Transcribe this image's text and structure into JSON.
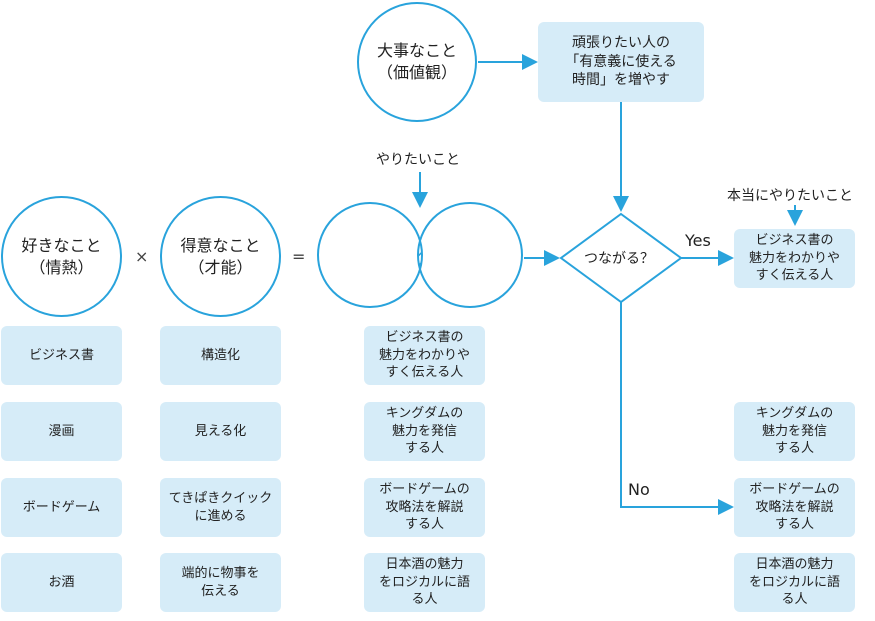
{
  "header": {
    "values_circle": "大事なこと\n（価値観）",
    "goal_box": "頑張りたい人の\n「有意義に使える\n時間」を増やす"
  },
  "columns": {
    "likes": {
      "title": "好きなこと\n（情熱）",
      "items": [
        "ビジネス書",
        "漫画",
        "ボードゲーム",
        "お酒"
      ]
    },
    "talents": {
      "title": "得意なこと\n（才能）",
      "items": [
        "構造化",
        "見える化",
        "てきぱきクイック\nに進める",
        "端的に物事を\n伝える"
      ]
    },
    "wants": {
      "label": "やりたいこと",
      "items": [
        "ビジネス書の\n魅力をわかりや\nすく伝える人",
        "キングダムの\n魅力を発信\nする人",
        "ボードゲームの\n攻略法を解説\nする人",
        "日本酒の魅力\nをロジカルに語\nる人"
      ]
    }
  },
  "operators": {
    "times": "×",
    "equals": "="
  },
  "decision": {
    "question": "つながる？",
    "yes_label": "Yes",
    "no_label": "No"
  },
  "results": {
    "true_want_label": "本当にやりたいこと",
    "yes_item": "ビジネス書の\n魅力をわかりや\nすく伝える人",
    "no_items": [
      "キングダムの\n魅力を発信\nする人",
      "ボードゲームの\n攻略法を解説\nする人",
      "日本酒の魅力\nをロジカルに語\nる人"
    ]
  },
  "colors": {
    "accent": "#29a3dc",
    "box_fill": "#d6ecf8"
  }
}
